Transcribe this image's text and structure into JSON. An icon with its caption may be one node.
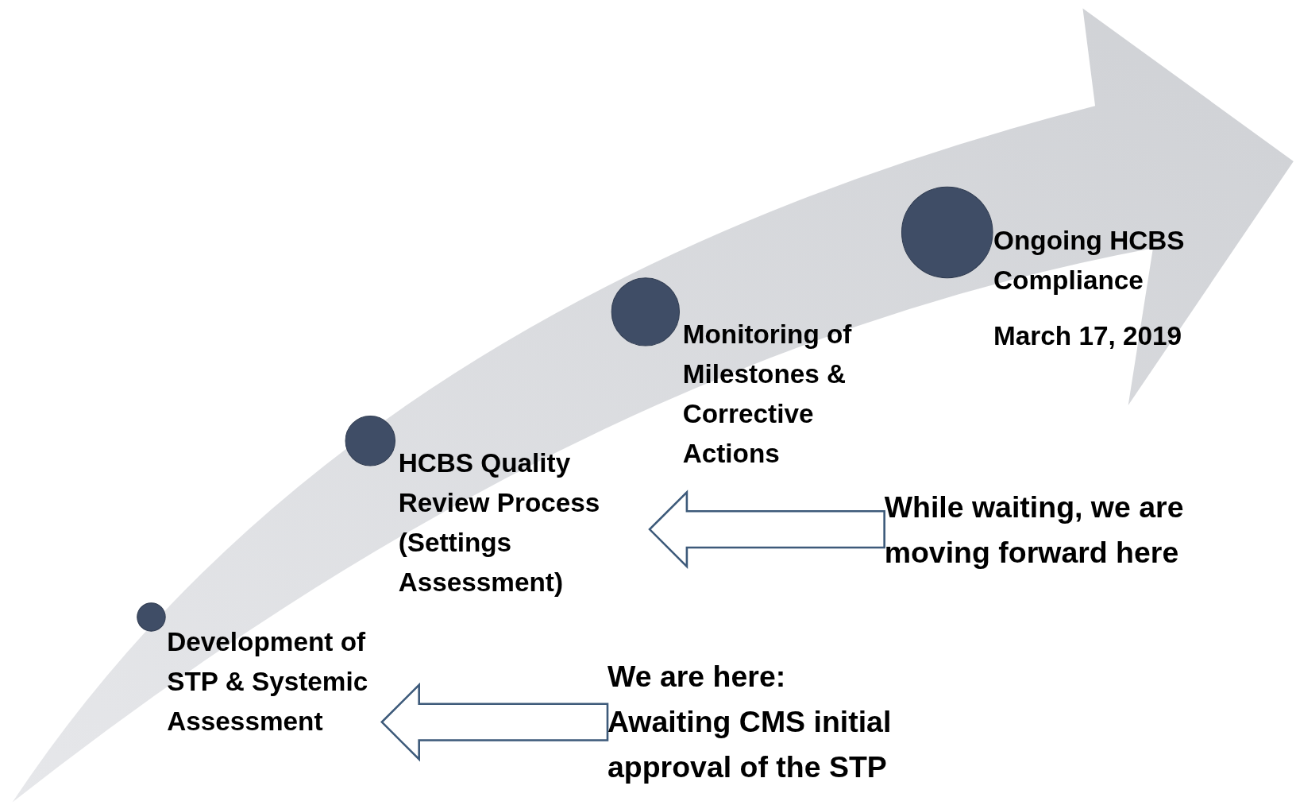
{
  "diagram": {
    "nodes": [
      {
        "text": [],
        "shape": "circle",
        "beside": [
          "Development of STP & Systemic Assessment"
        ]
      },
      {
        "text": [],
        "shape": "circle",
        "beside": [
          "HCBS Quality Review Process (Settings Assessment)"
        ]
      },
      {
        "text": [],
        "shape": "circle",
        "beside": [
          "Monitoring of Milestones & Corrective Actions"
        ]
      },
      {
        "text": [],
        "shape": "circle",
        "beside": [
          "Ongoing HCBS Compliance",
          "March 17, 2019"
        ]
      },
      {
        "text": [
          "While waiting, we are moving forward here"
        ]
      },
      {
        "text": [
          "We are here:",
          "Awaiting CMS initial approval of the STP"
        ]
      }
    ],
    "edges": [
      {
        "from": 4,
        "to": 1,
        "arrow": "to"
      },
      {
        "from": 5,
        "to": 0,
        "arrow": "to"
      }
    ]
  }
}
